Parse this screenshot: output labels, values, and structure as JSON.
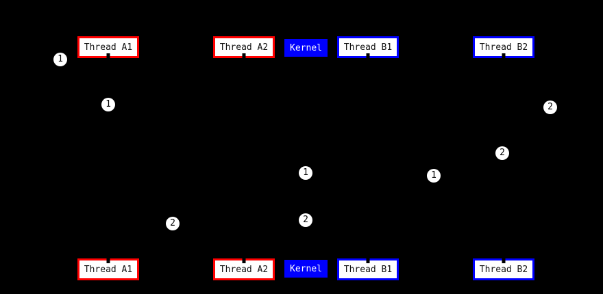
{
  "diagram": {
    "type": "sequence-diagram",
    "colors": {
      "background": "#000000",
      "thread_a_border": "#ff0000",
      "thread_b_border": "#0000ff",
      "kernel_fill": "#0000ff",
      "box_fill": "#ffffff",
      "box_text": "#000000",
      "kernel_text": "#ffffff",
      "marker_fill": "#ffffff",
      "marker_text": "#000000"
    },
    "top_actors": [
      {
        "label": "Thread A1",
        "variant": "thread-a"
      },
      {
        "label": "Thread A2",
        "variant": "thread-a"
      },
      {
        "label": "Kernel",
        "variant": "kernel"
      },
      {
        "label": "Thread B1",
        "variant": "thread-b"
      },
      {
        "label": "Thread B2",
        "variant": "thread-b"
      }
    ],
    "bottom_actors": [
      {
        "label": "Thread A1",
        "variant": "thread-a"
      },
      {
        "label": "Thread A2",
        "variant": "thread-a"
      },
      {
        "label": "Kernel",
        "variant": "kernel"
      },
      {
        "label": "Thread B1",
        "variant": "thread-b"
      },
      {
        "label": "Thread B2",
        "variant": "thread-b"
      }
    ],
    "markers": [
      {
        "value": "1"
      },
      {
        "value": "1"
      },
      {
        "value": "1"
      },
      {
        "value": "1"
      },
      {
        "value": "2"
      },
      {
        "value": "2"
      },
      {
        "value": "2"
      },
      {
        "value": "2"
      }
    ]
  }
}
